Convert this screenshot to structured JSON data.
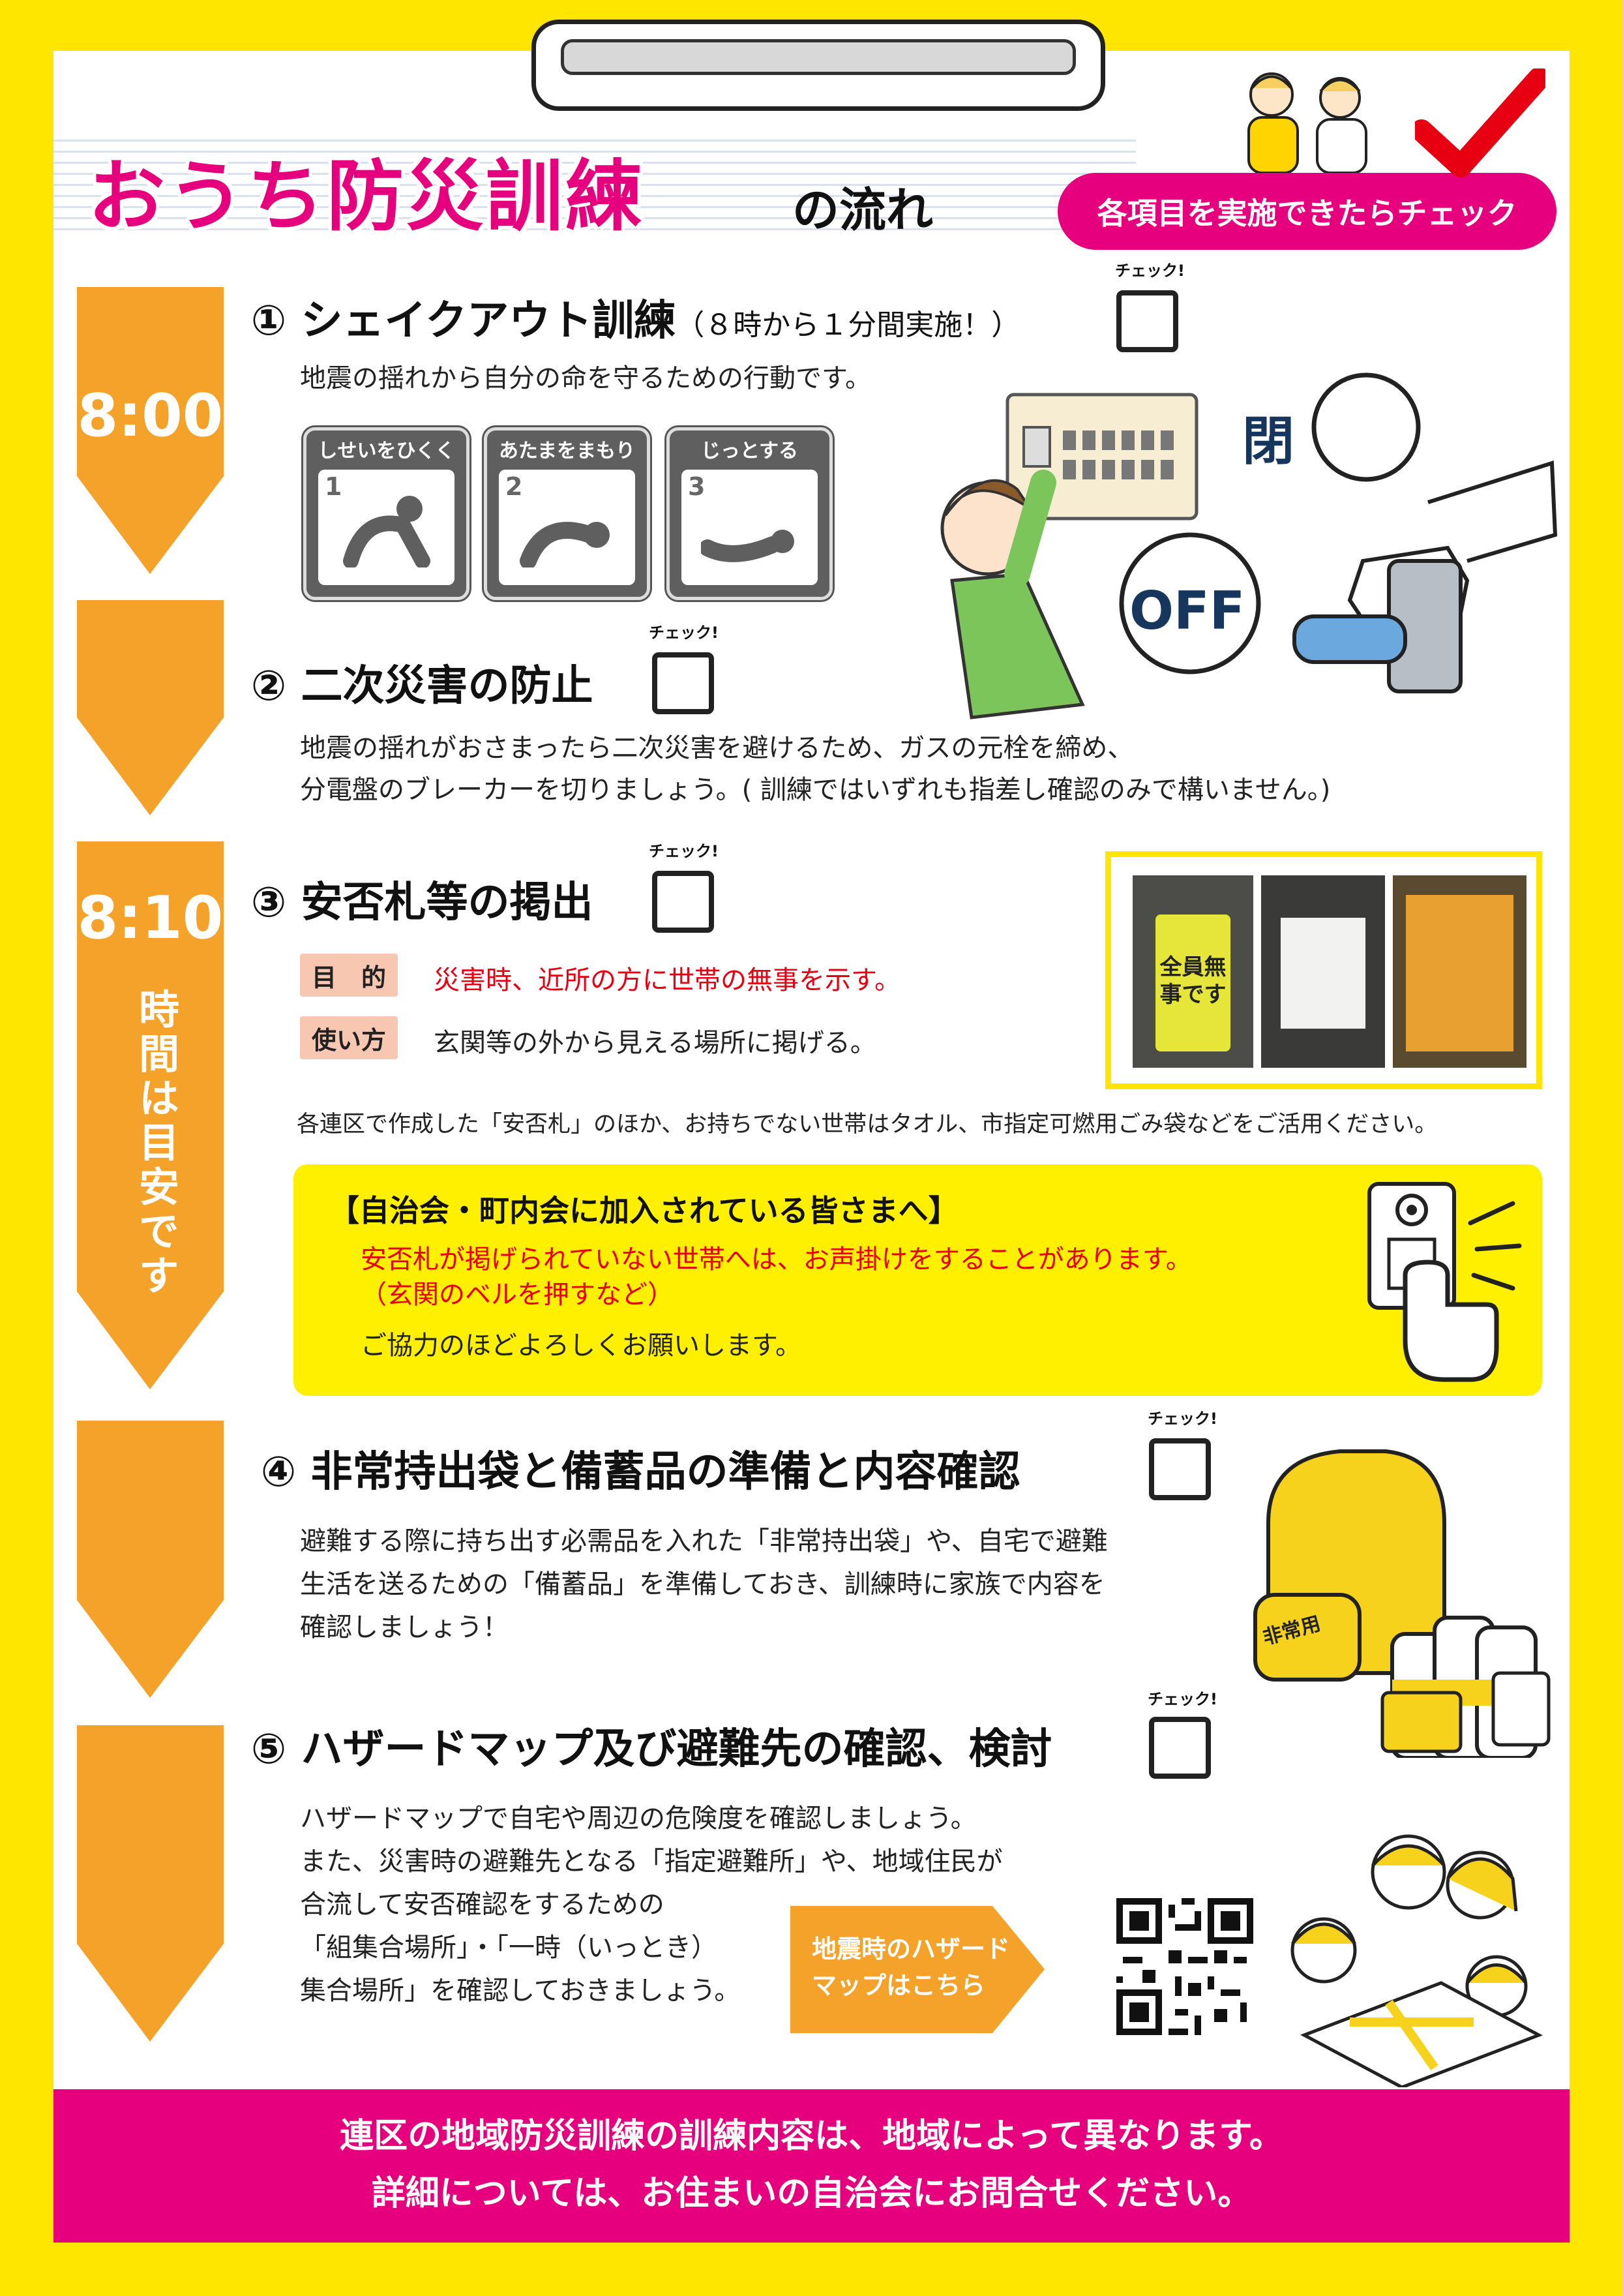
{
  "header": {
    "title_main": "おうち防災訓練",
    "title_sub": "の流れ",
    "check_instruction": "各項目を実施できたらチェック"
  },
  "timeline": {
    "time1": "8:00",
    "time2": "8:10",
    "time_note": "時間は目安です"
  },
  "check_label": "チェック!",
  "section1": {
    "title": "① シェイクアウト訓練",
    "note": "（８時から１分間実施！）",
    "desc": "地震の揺れから自分の命を守るための行動です。",
    "poses": [
      {
        "num": "1",
        "caption": "しせいをひくく"
      },
      {
        "num": "2",
        "caption": "あたまをまもり"
      },
      {
        "num": "3",
        "caption": "じっとする"
      }
    ],
    "bubble_close": "閉",
    "bubble_off": "OFF"
  },
  "section2": {
    "title": "② 二次災害の防止",
    "lines": [
      "地震の揺れがおさまったら二次災害を避けるため、ガスの元栓を締め、",
      "分電盤のブレーカーを切りましょう。( 訓練ではいずれも指差し確認のみで構いません。)"
    ]
  },
  "section3": {
    "title": "③ 安否札等の掲出",
    "purpose_label": "目　的",
    "purpose": "災害時、近所の方に世帯の無事を示す。",
    "usage_label": "使い方",
    "usage": "玄関等の外から見える場所に掲げる。",
    "note": "各連区で作成した「安否札」のほか、お持ちでない世帯はタオル、市指定可燃用ごみ袋などをご活用ください。",
    "photo_text": "全員無事です",
    "notice_title": "【自治会・町内会に加入されている皆さまへ】",
    "notice_red1": "安否札が掲げられていない世帯へは、お声掛けをすることがあります。",
    "notice_red2": "（玄関のベルを押すなど）",
    "notice_black": "ご協力のほどよろしくお願いします。"
  },
  "section4": {
    "title": "④ 非常持出袋と備蓄品の準備と内容確認",
    "lines": [
      "避難する際に持ち出す必需品を入れた「非常持出袋」や、自宅で避難",
      "生活を送るための「備蓄品」を準備しておき、訓練時に家族で内容を",
      "確認しましょう！"
    ],
    "bag_label": "非常用"
  },
  "section5": {
    "title": "⑤ ハザードマップ及び避難先の確認、検討",
    "lines": [
      "ハザードマップで自宅や周辺の危険度を確認しましょう。",
      "また、災害時の避難先となる「指定避難所」や、地域住民が",
      "合流して安否確認をするための",
      "「組集合場所」・「一時（いっとき）",
      "集合場所」を確認しておきましょう。"
    ],
    "map_link_1": "地震時のハザード",
    "map_link_2": "マップはこちら"
  },
  "footer": {
    "line1": "連区の地域防災訓練の訓練内容は、地域によって異なります。",
    "line2": "詳細については、お住まいの自治会にお問合せください。"
  },
  "colors": {
    "page_bg": "#ffe600",
    "accent_pink": "#e6007e",
    "arrow_orange": "#f5a22a",
    "notice_yellow": "#fff000",
    "warning_red": "#e60012"
  }
}
